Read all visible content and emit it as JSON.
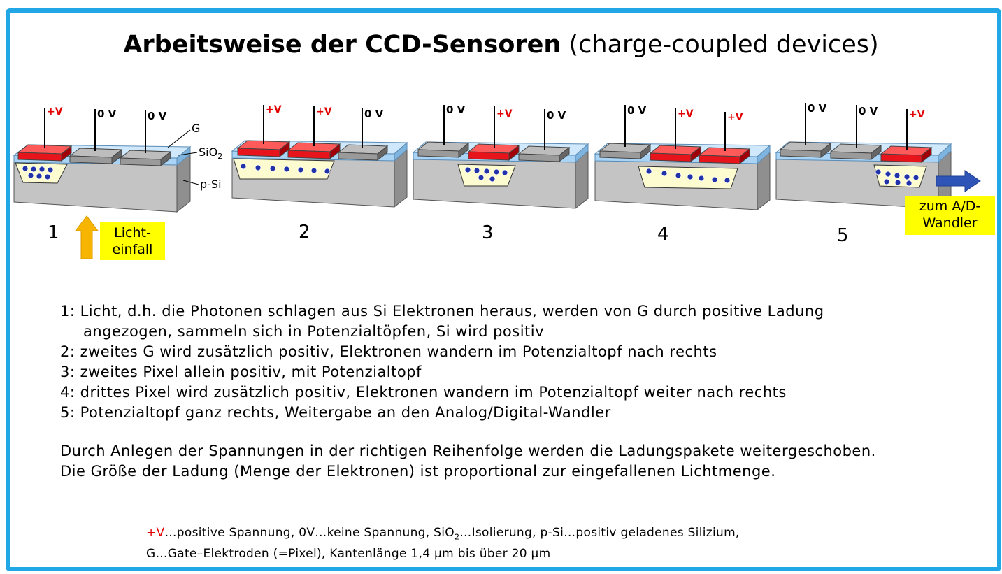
{
  "title": {
    "bold": "Arbeitsweise der CCD-Sensoren",
    "normal": "(charge-coupled devices)"
  },
  "labels": {
    "plus_v": "+V",
    "zero_v": "0 V",
    "gate": "G",
    "sio2_main": "SiO",
    "sio2_sub": "2",
    "psi": "p-Si"
  },
  "steps": [
    {
      "number": "1",
      "gates": [
        "+V",
        "0 V",
        "0 V"
      ]
    },
    {
      "number": "2",
      "gates": [
        "+V",
        "+V",
        "0 V"
      ]
    },
    {
      "number": "3",
      "gates": [
        "0 V",
        "+V",
        "0 V"
      ]
    },
    {
      "number": "4",
      "gates": [
        "0 V",
        "+V",
        "+V"
      ]
    },
    {
      "number": "5",
      "gates": [
        "0 V",
        "0 V",
        "+V"
      ]
    }
  ],
  "light_box": {
    "line1": "Licht-",
    "line2": "einfall"
  },
  "ad_box": {
    "line1": "zum A/D-",
    "line2": "Wandler"
  },
  "description": {
    "l1": "1: Licht, d.h. die Photonen schlagen aus Si Elektronen heraus, werden von G durch positive Ladung",
    "l1b": "angezogen, sammeln sich in Potenzialtöpfen,  Si wird positiv",
    "l2": "2: zweites G wird zusätzlich positiv, Elektronen wandern im Potenzialtopf nach rechts",
    "l3": "3: zweites Pixel allein positiv, mit Potenzialtopf",
    "l4": "4: drittes  Pixel wird zusätzlich positiv, Elektronen wandern im Potenzialtopf weiter nach rechts",
    "l5": "5: Potenzialtopf ganz rechts, Weitergabe an den Analog/Digital-Wandler"
  },
  "paragraph": {
    "l1": "Durch Anlegen der Spannungen in der richtigen Reihenfolge werden die Ladungspakete weitergeschoben.",
    "l2": "Die Größe der Ladung (Menge der Elektronen) ist proportional zur eingefallenen Lichtmenge."
  },
  "legend": {
    "plus_v": "+V",
    "part1": "…positive Spannung, 0V…keine Spannung, SiO",
    "sub2": "2",
    "part2": "…Isolierung, p-Si…positiv geladenes Silizium,",
    "line2": "G…Gate–Elektroden (=Pixel), Kantenlänge 1,4 µm bis über 20 µm"
  },
  "colors": {
    "frame": "#22a7e6",
    "red_gate": "#e8141c",
    "grey_gate": "#9a9a9a",
    "oxide": "#a9d4f5",
    "silicon": "#c4c4c4",
    "well": "#fdfbd0",
    "electron": "#2233aa",
    "yellow": "#ffff00",
    "arrow_orange": "#f7b500",
    "arrow_blue": "#2f54b8"
  }
}
